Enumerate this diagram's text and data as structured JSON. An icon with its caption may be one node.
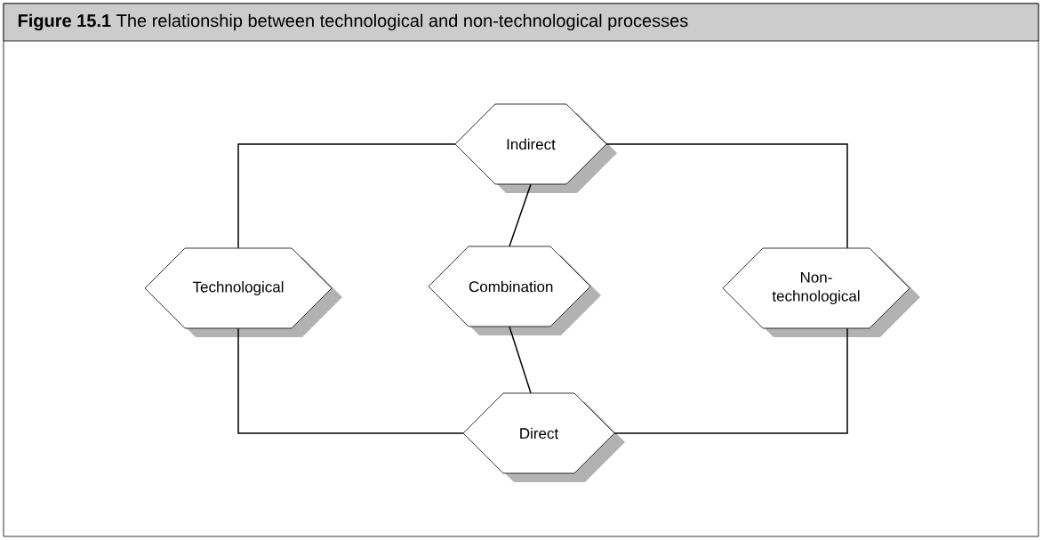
{
  "diagram": {
    "title": "**Figure 15.1** The relationship between technological and non-technological processes",
    "nodes": [
      {
        "text": [
          "Indirect"
        ]
      },
      {
        "text": [
          "Technological"
        ]
      },
      {
        "text": [
          "Combination"
        ]
      },
      {
        "text": [
          "Non- technological"
        ]
      },
      {
        "text": [
          "Direct"
        ]
      }
    ],
    "edges": [
      {
        "from": 1,
        "to": 0,
        "arrow": "none"
      },
      {
        "from": 0,
        "to": 3,
        "arrow": "none"
      },
      {
        "from": 0,
        "to": 2,
        "arrow": "none"
      },
      {
        "from": 2,
        "to": 4,
        "arrow": "none"
      },
      {
        "from": 1,
        "to": 4,
        "arrow": "none"
      },
      {
        "from": 3,
        "to": 4,
        "arrow": "none"
      }
    ]
  }
}
